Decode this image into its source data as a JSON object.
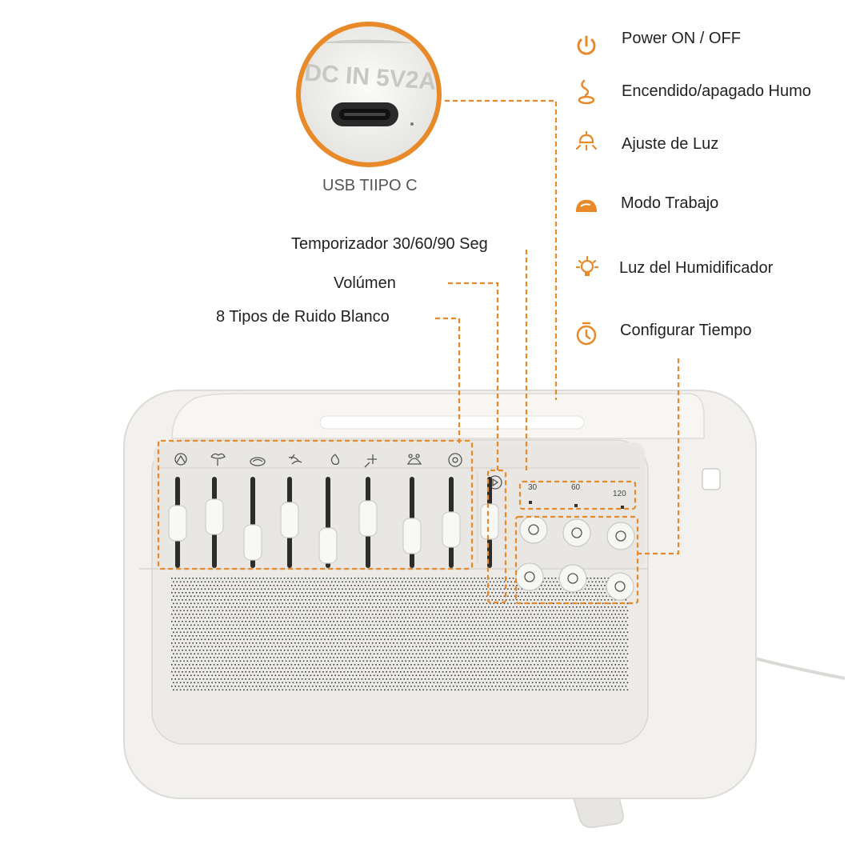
{
  "usb": {
    "port_text": "DC IN 5V2A",
    "label": "USB TIIPO C"
  },
  "callouts": {
    "timer": "Temporizador 30/60/90 Seg",
    "volume": "Volúmen",
    "noise": "8 Tipos de Ruido Blanco"
  },
  "legend": [
    {
      "icon": "power-icon",
      "label": "Power ON / OFF"
    },
    {
      "icon": "smoke-icon",
      "label": "Encendido/apagado Humo"
    },
    {
      "icon": "lamp-icon",
      "label": "Ajuste de Luz"
    },
    {
      "icon": "work-mode-icon",
      "label": "Modo Trabajo"
    },
    {
      "icon": "humidifier-light-icon",
      "label": "Luz del Humidificador"
    },
    {
      "icon": "timer-icon",
      "label": "Configurar Tiempo"
    }
  ],
  "device": {
    "timer_marks": [
      "30",
      "60",
      "120"
    ]
  },
  "colors": {
    "accent": "#e8892a",
    "body": "#f2f1ee",
    "panel": "#e9e8e4",
    "text": "#222222"
  }
}
